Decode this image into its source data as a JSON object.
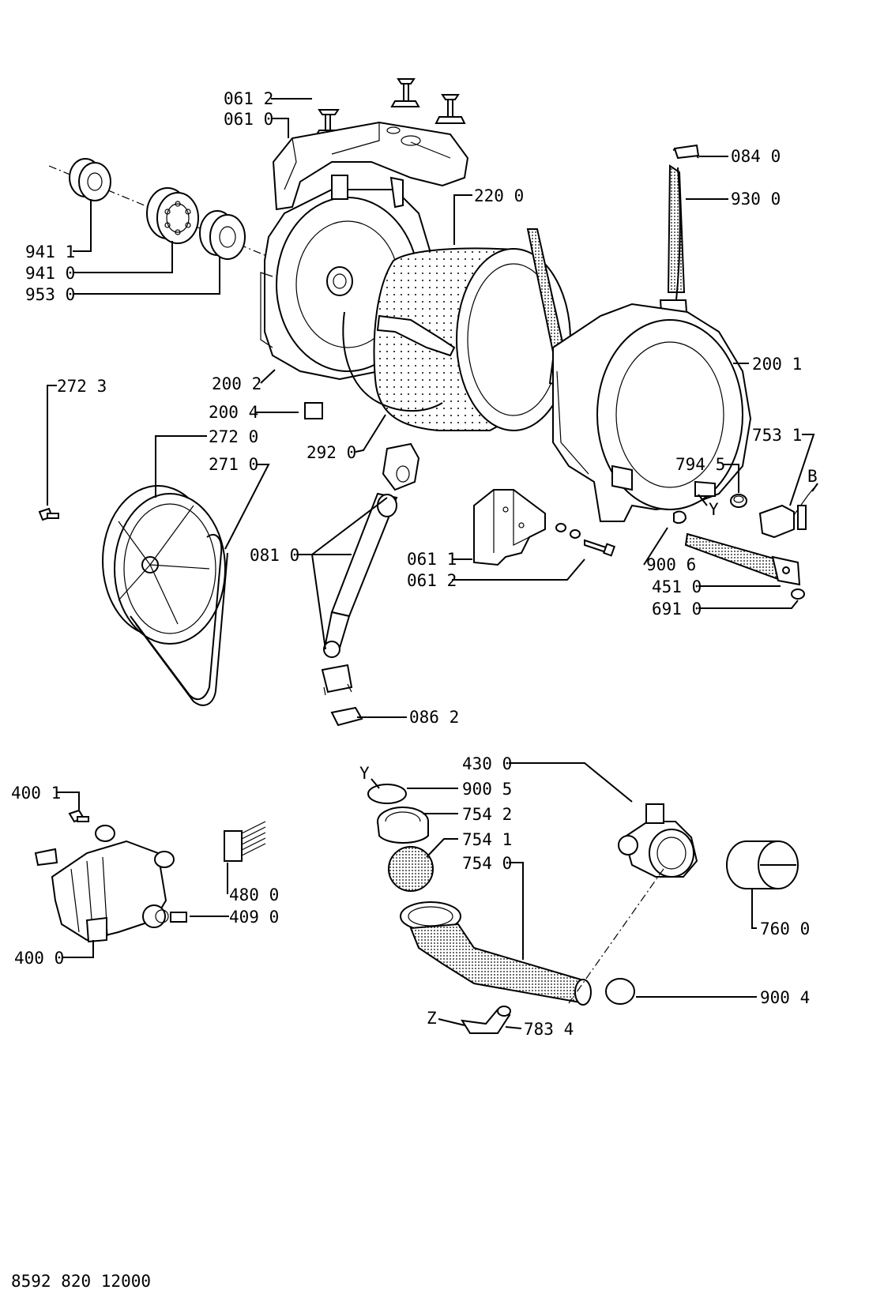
{
  "labels": [
    {
      "id": "0612a",
      "text": "061 2"
    },
    {
      "id": "0610",
      "text": "061 0"
    },
    {
      "id": "0840",
      "text": "084 0"
    },
    {
      "id": "2200",
      "text": "220 0"
    },
    {
      "id": "9300",
      "text": "930 0"
    },
    {
      "id": "9411",
      "text": "941 1"
    },
    {
      "id": "9410",
      "text": "941 0"
    },
    {
      "id": "9530",
      "text": "953 0"
    },
    {
      "id": "2002",
      "text": "200 2"
    },
    {
      "id": "2001",
      "text": "200 1"
    },
    {
      "id": "2723",
      "text": "272 3"
    },
    {
      "id": "2004",
      "text": "200 4"
    },
    {
      "id": "2720",
      "text": "272 0"
    },
    {
      "id": "2920",
      "text": "292 0"
    },
    {
      "id": "7531",
      "text": "753 1"
    },
    {
      "id": "2710",
      "text": "271 0"
    },
    {
      "id": "7945",
      "text": "794 5"
    },
    {
      "id": "B",
      "text": "B"
    },
    {
      "id": "Y1",
      "text": "Y"
    },
    {
      "id": "0810",
      "text": "081 0"
    },
    {
      "id": "0611",
      "text": "061 1"
    },
    {
      "id": "0612b",
      "text": "061 2"
    },
    {
      "id": "9006",
      "text": "900 6"
    },
    {
      "id": "4510",
      "text": "451 0"
    },
    {
      "id": "6910",
      "text": "691 0"
    },
    {
      "id": "0862",
      "text": "086 2"
    },
    {
      "id": "4300",
      "text": "430 0"
    },
    {
      "id": "Y2",
      "text": "Y"
    },
    {
      "id": "9005",
      "text": "900 5"
    },
    {
      "id": "4001",
      "text": "400 1"
    },
    {
      "id": "7542",
      "text": "754 2"
    },
    {
      "id": "7541",
      "text": "754 1"
    },
    {
      "id": "7540",
      "text": "754 0"
    },
    {
      "id": "4800",
      "text": "480 0"
    },
    {
      "id": "4090",
      "text": "409 0"
    },
    {
      "id": "7600",
      "text": "760 0"
    },
    {
      "id": "4000",
      "text": "400 0"
    },
    {
      "id": "9004",
      "text": "900 4"
    },
    {
      "id": "Z",
      "text": "Z"
    },
    {
      "id": "7834",
      "text": "783 4"
    }
  ],
  "footer": {
    "code": "8592 820 12000"
  }
}
